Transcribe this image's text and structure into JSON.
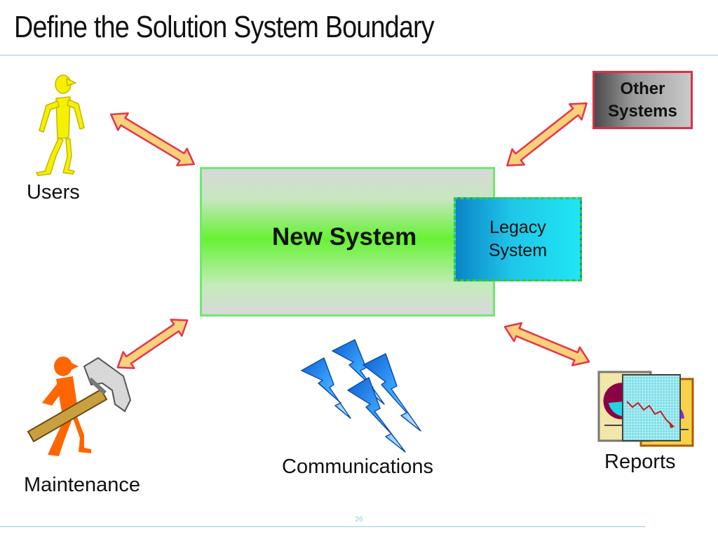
{
  "title": "Define the Solution System Boundary",
  "page_number": "26",
  "boxes": {
    "new_system": "New System",
    "legacy_system": [
      "Legacy",
      "System"
    ],
    "other_systems": [
      "Other",
      "Systems"
    ]
  },
  "actors": {
    "users": "Users",
    "maintenance": "Maintenance",
    "communications": "Communications",
    "reports": "Reports"
  },
  "colors": {
    "arrow_fill": "#f9d17a",
    "arrow_stroke": "#e8334a",
    "new_system_center": "#66f233",
    "new_system_border": "#6ee96e",
    "legacy_fill": "#1fc6e8",
    "other_border": "#d9304a",
    "users_figure": "#f5f000",
    "maintenance_figure": "#ff6600",
    "lightning": "#2c8ff0",
    "rule": "#8ecfd8"
  },
  "icons": [
    "stick-figure-icon",
    "worker-with-hammer-icon",
    "lightning-bolt-icon",
    "reports-documents-icon",
    "double-arrow-icon"
  ]
}
